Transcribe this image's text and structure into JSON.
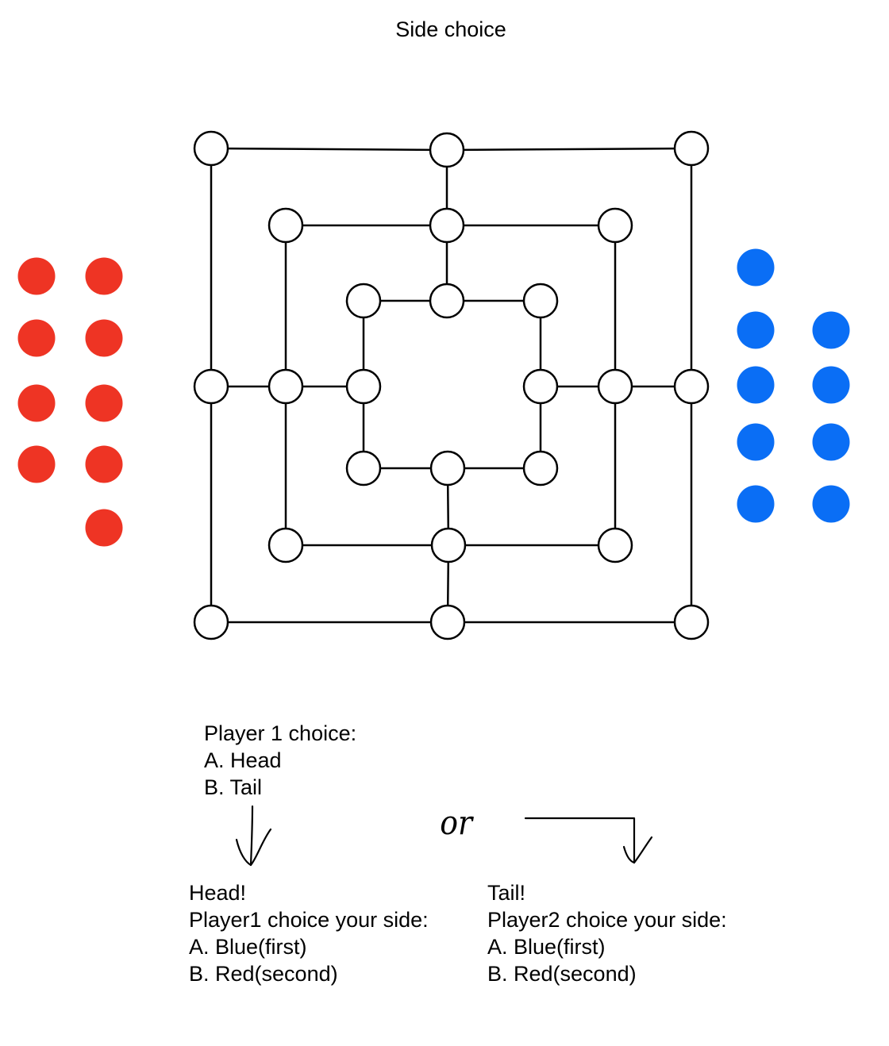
{
  "title": "Side choice",
  "colors": {
    "red": "#EE3424",
    "blue": "#0A6EF5",
    "line": "#000000",
    "point": "#ffffff"
  },
  "board": {
    "rings": 3,
    "points_per_ring": 8,
    "occupied_points": 0
  },
  "pieces": {
    "red_count": 9,
    "blue_count": 9
  },
  "player1_prompt": {
    "line1": "Player 1 choice:",
    "line2": "A. Head",
    "line3": "B. Tail"
  },
  "connector": {
    "or_label": "or"
  },
  "head_result": {
    "line1": "Head!",
    "line2": "Player1 choice your side:",
    "line3": "A. Blue(first)",
    "line4": "B. Red(second)"
  },
  "tail_result": {
    "line1": "Tail!",
    "line2": "Player2 choice your side:",
    "line3": "A. Blue(first)",
    "line4": "B. Red(second)"
  }
}
